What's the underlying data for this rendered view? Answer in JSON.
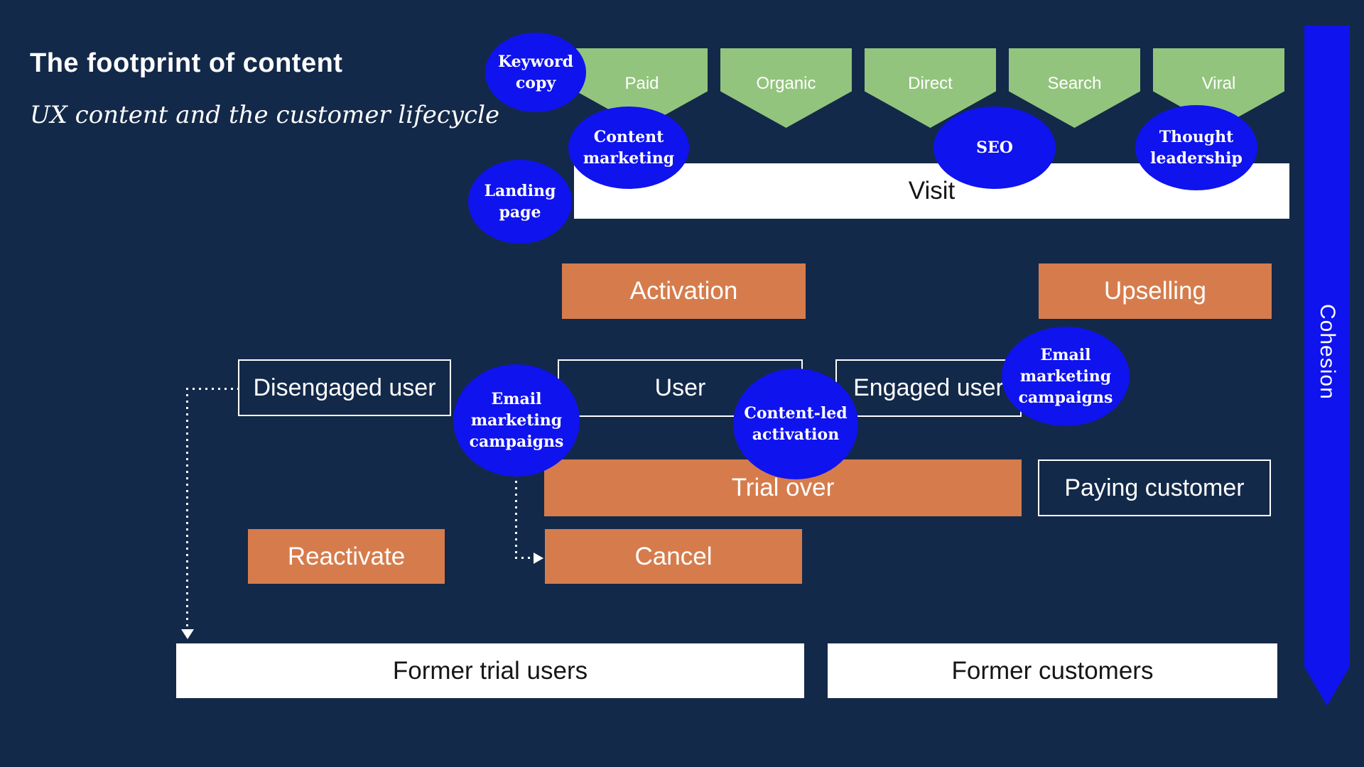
{
  "slide": {
    "title": "The footprint of content",
    "subtitle": "UX content and the customer lifecycle"
  },
  "channels": [
    "Paid",
    "Organic",
    "Direct",
    "Search",
    "Viral"
  ],
  "tactics": {
    "keyword_copy": [
      "Keyword copy"
    ],
    "content_marketing": [
      "Content",
      "marketing"
    ],
    "seo": [
      "SEO"
    ],
    "thought_leadership": [
      "Thought",
      "leadership"
    ],
    "landing_page": [
      "Landing page"
    ],
    "email_marketing_user": [
      "Email",
      "marketing",
      "campaigns"
    ],
    "content_led_activation": [
      "Content-led",
      "activation"
    ],
    "email_marketing_engaged": [
      "Email",
      "marketing",
      "campaigns"
    ]
  },
  "stages": {
    "visit": "Visit",
    "activation": "Activation",
    "upselling": "Upselling",
    "trial_over": "Trial over",
    "cancel": "Cancel",
    "reactivate": "Reactivate"
  },
  "states": {
    "disengaged": "Disengaged user",
    "user": "User",
    "engaged": "Engaged user",
    "paying": "Paying customer",
    "former_trial": "Former trial users",
    "former_customers": "Former customers"
  },
  "ribbon": {
    "label": "Cohesion"
  },
  "colors": {
    "background": "#132949",
    "channel_green": "#93c47d",
    "tactic_blue": "#0f13ee",
    "stage_orange": "#d67c4c",
    "panel_white": "#ffffff",
    "dark_text": "#161616"
  }
}
